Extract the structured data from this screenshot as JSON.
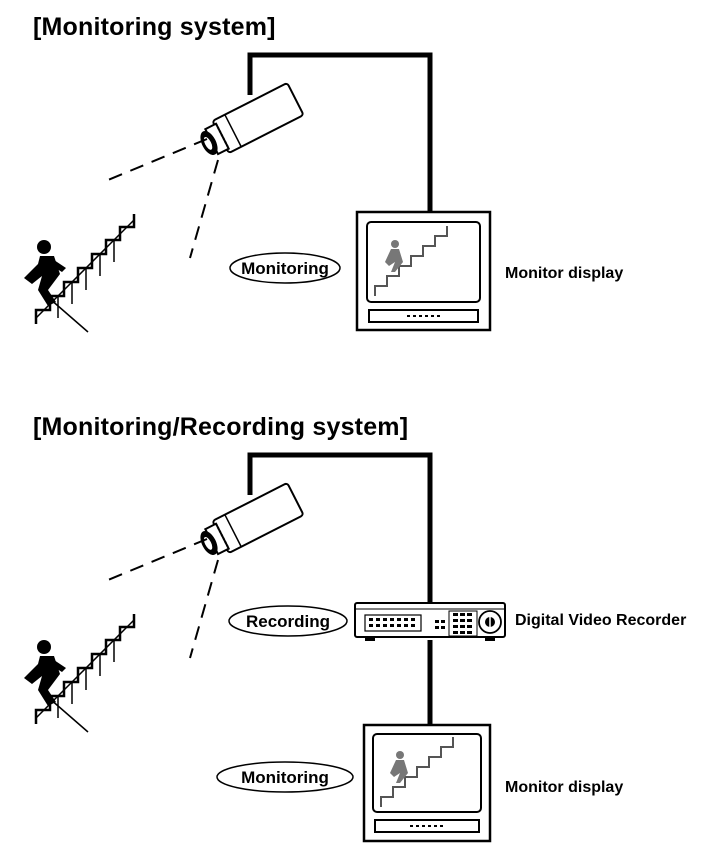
{
  "sections": [
    {
      "title": "[Monitoring system]",
      "labels": {
        "monitoring": "Monitoring",
        "monitor_display": "Monitor display"
      }
    },
    {
      "title": "[Monitoring/Recording system]",
      "labels": {
        "recording": "Recording",
        "recorder": "Digital Video Recorder",
        "monitoring": "Monitoring",
        "monitor_display": "Monitor display"
      }
    }
  ],
  "icons": [
    "camera-icon",
    "stairs-person-icon",
    "monitor-icon",
    "recorder-icon"
  ]
}
